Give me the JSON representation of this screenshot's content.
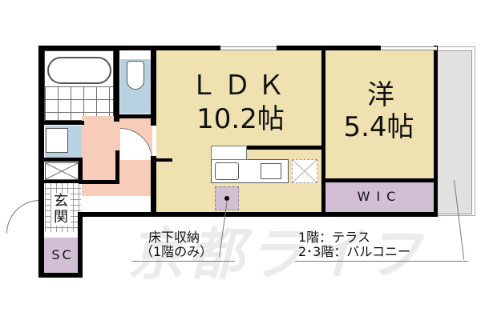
{
  "floorplan": {
    "title": "1LDK floor plan",
    "rooms": {
      "ldk": {
        "name": "ＬＤＫ",
        "size": "10.2帖",
        "color": "#f0e2b0"
      },
      "western": {
        "name": "洋",
        "size": "5.4帖",
        "color": "#f0e2b0"
      },
      "wic": {
        "name": "WIC",
        "color": "#d2bfd6"
      },
      "genkan": {
        "name": "玄関"
      },
      "sc": {
        "name": "SC",
        "color": "#d2bfd6"
      },
      "bathroom": {
        "color": "#ffffff"
      },
      "toilet": {
        "color": "#b8d2e2"
      },
      "washroom": {
        "color": "#b8d2e2"
      },
      "hallway": {
        "color": "#f7cdb9"
      },
      "balcony": {
        "color": "#e1e1e1"
      }
    },
    "notes": {
      "underfloor_line1": "床下収納",
      "underfloor_line2": "（1階のみ）",
      "terrace_line1": "1階：テラス",
      "terrace_line2": "2･3階：バルコニー"
    },
    "watermark": "京都ライフ"
  }
}
